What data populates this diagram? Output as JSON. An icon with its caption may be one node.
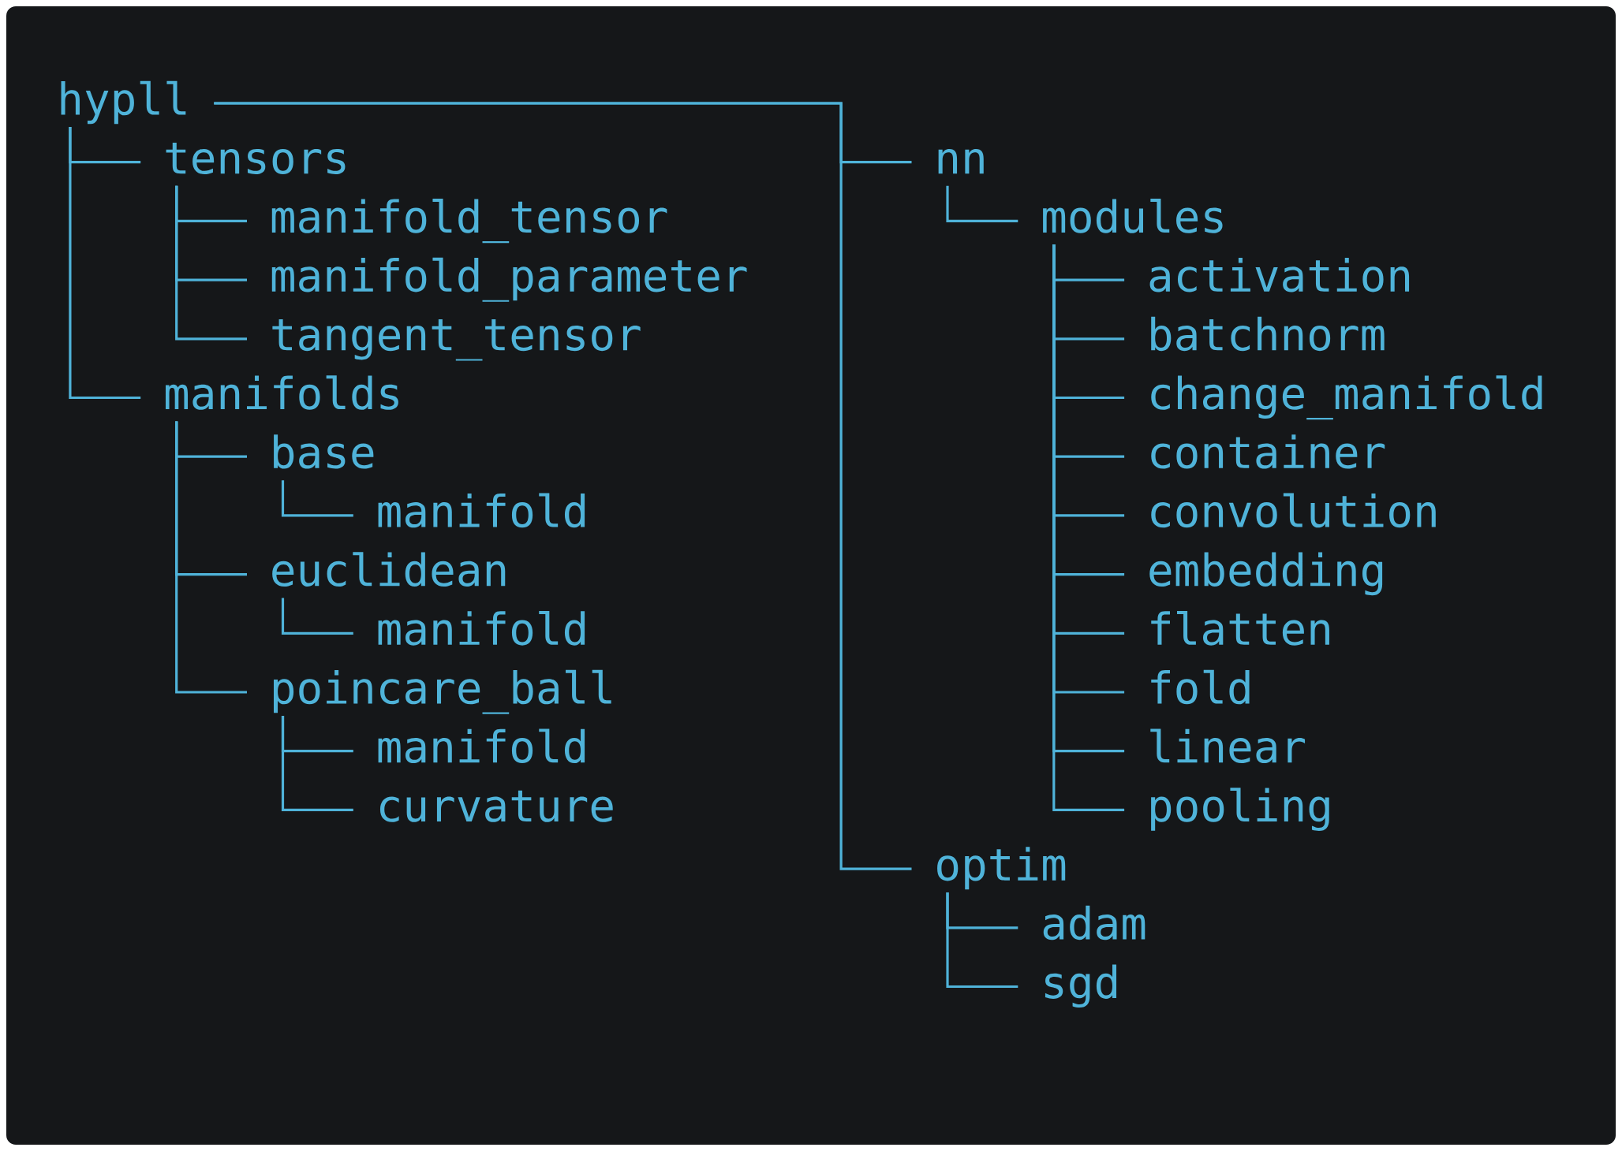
{
  "diagram": {
    "nodes": [
      {
        "text": [
          "hypll"
        ]
      },
      {
        "text": [
          "tensors"
        ]
      },
      {
        "text": [
          "manifold_tensor"
        ]
      },
      {
        "text": [
          "manifold_parameter"
        ]
      },
      {
        "text": [
          "tangent_tensor"
        ]
      },
      {
        "text": [
          "manifolds"
        ]
      },
      {
        "text": [
          "base"
        ]
      },
      {
        "text": [
          "manifold"
        ]
      },
      {
        "text": [
          "euclidean"
        ]
      },
      {
        "text": [
          "manifold"
        ]
      },
      {
        "text": [
          "poincare_ball"
        ]
      },
      {
        "text": [
          "manifold"
        ]
      },
      {
        "text": [
          "curvature"
        ]
      },
      {
        "text": [
          "nn"
        ]
      },
      {
        "text": [
          "modules"
        ]
      },
      {
        "text": [
          "activation"
        ]
      },
      {
        "text": [
          "batchnorm"
        ]
      },
      {
        "text": [
          "change_manifold"
        ]
      },
      {
        "text": [
          "container"
        ]
      },
      {
        "text": [
          "convolution"
        ]
      },
      {
        "text": [
          "embedding"
        ]
      },
      {
        "text": [
          "flatten"
        ]
      },
      {
        "text": [
          "fold"
        ]
      },
      {
        "text": [
          "linear"
        ]
      },
      {
        "text": [
          "pooling"
        ]
      },
      {
        "text": [
          "optim"
        ]
      },
      {
        "text": [
          "adam"
        ]
      },
      {
        "text": [
          "sgd"
        ]
      }
    ],
    "edges": [
      {
        "from": 0,
        "to": 1,
        "arrow": "none"
      },
      {
        "from": 1,
        "to": 2,
        "arrow": "none"
      },
      {
        "from": 1,
        "to": 3,
        "arrow": "none"
      },
      {
        "from": 1,
        "to": 4,
        "arrow": "none"
      },
      {
        "from": 0,
        "to": 5,
        "arrow": "none"
      },
      {
        "from": 5,
        "to": 6,
        "arrow": "none"
      },
      {
        "from": 6,
        "to": 7,
        "arrow": "none"
      },
      {
        "from": 5,
        "to": 8,
        "arrow": "none"
      },
      {
        "from": 8,
        "to": 9,
        "arrow": "none"
      },
      {
        "from": 5,
        "to": 10,
        "arrow": "none"
      },
      {
        "from": 10,
        "to": 11,
        "arrow": "none"
      },
      {
        "from": 10,
        "to": 12,
        "arrow": "none"
      },
      {
        "from": 0,
        "to": 13,
        "arrow": "none"
      },
      {
        "from": 13,
        "to": 14,
        "arrow": "none"
      },
      {
        "from": 14,
        "to": 15,
        "arrow": "none"
      },
      {
        "from": 14,
        "to": 16,
        "arrow": "none"
      },
      {
        "from": 14,
        "to": 17,
        "arrow": "none"
      },
      {
        "from": 14,
        "to": 18,
        "arrow": "none"
      },
      {
        "from": 14,
        "to": 19,
        "arrow": "none"
      },
      {
        "from": 14,
        "to": 20,
        "arrow": "none"
      },
      {
        "from": 14,
        "to": 21,
        "arrow": "none"
      },
      {
        "from": 14,
        "to": 22,
        "arrow": "none"
      },
      {
        "from": 14,
        "to": 23,
        "arrow": "none"
      },
      {
        "from": 14,
        "to": 24,
        "arrow": "none"
      },
      {
        "from": 0,
        "to": 25,
        "arrow": "none"
      },
      {
        "from": 25,
        "to": 26,
        "arrow": "none"
      },
      {
        "from": 25,
        "to": 27,
        "arrow": "none"
      }
    ]
  }
}
